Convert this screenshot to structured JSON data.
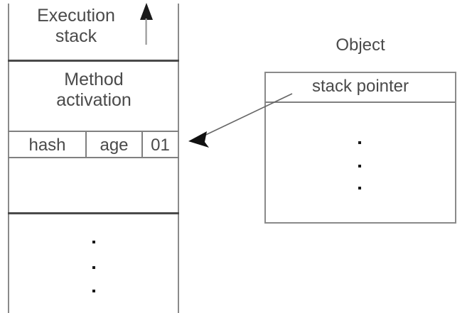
{
  "diagram": {
    "title": "Execution stack and object stack pointer",
    "colors": {
      "background": "#ffffff",
      "line": "#808080",
      "line_strong": "#4a4a4a",
      "text": "#4a4a4a",
      "arrow": "#555555",
      "dot": "#1a1a1a"
    }
  },
  "stack": {
    "header_label": "Execution\nstack",
    "growth_arrow": "up-arrow-icon",
    "frame_label": "Method\nactivation",
    "fields": [
      {
        "label": "hash"
      },
      {
        "label": "age"
      },
      {
        "label": "01"
      }
    ],
    "ellipsis": [
      ".",
      ".",
      "."
    ]
  },
  "object": {
    "title": "Object",
    "pointer_field": "stack pointer",
    "ellipsis": [
      ".",
      ".",
      "."
    ]
  },
  "connector": {
    "name": "stack-pointer-arrow",
    "from": "object.stack pointer",
    "to": "stack.01",
    "style": "solid-line-with-filled-arrowhead"
  }
}
